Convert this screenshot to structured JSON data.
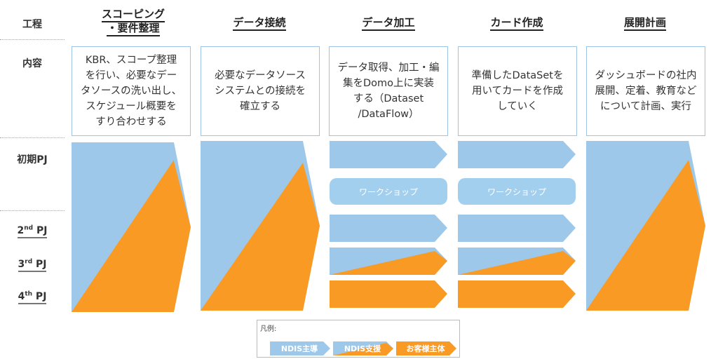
{
  "rows": {
    "process": "工程",
    "content": "内容",
    "initial": "初期PJ",
    "pj2": {
      "num": "2",
      "suffix": "nd",
      "rest": " PJ"
    },
    "pj3": {
      "num": "3",
      "suffix": "rd",
      "rest": " PJ"
    },
    "pj4": {
      "num": "4",
      "suffix": "th",
      "rest": " PJ"
    }
  },
  "columns": [
    {
      "title_line1": "スコーピング",
      "title_line2": "・要件整理",
      "desc": [
        "KBR、スコープ整理",
        "を行い、必要なデー",
        "タソースの洗い出し、",
        "スケジュール概要を",
        "すり合わせする"
      ]
    },
    {
      "title_line1": "データ接続",
      "desc": [
        "必要なデータソース",
        "システムとの接続を",
        "確立する"
      ]
    },
    {
      "title_line1": "データ加工",
      "desc": [
        "データ取得、加工・編",
        "集をDomo上に実装",
        "する（Dataset",
        "/DataFlow）"
      ]
    },
    {
      "title_line1": "カード作成",
      "desc": [
        "準備したDataSetを",
        "用いてカードを作成",
        "していく"
      ]
    },
    {
      "title_line1": "展開計画",
      "desc": [
        "ダッシュボードの社内",
        "展開、定着、教育など",
        "について計画、実行"
      ]
    }
  ],
  "workshop_label": "ワークショップ",
  "legend": {
    "title": "凡例:",
    "items": [
      {
        "label": "NDIS主導",
        "color": "#9dc8ea"
      },
      {
        "label": "NDIS支援",
        "color": "#9dc8ea"
      },
      {
        "label": "お客様主体",
        "color": "#f99a25"
      }
    ]
  },
  "colors": {
    "blue": "#9dc8ea",
    "orange": "#f99a25",
    "border": "#9dc3e6"
  }
}
